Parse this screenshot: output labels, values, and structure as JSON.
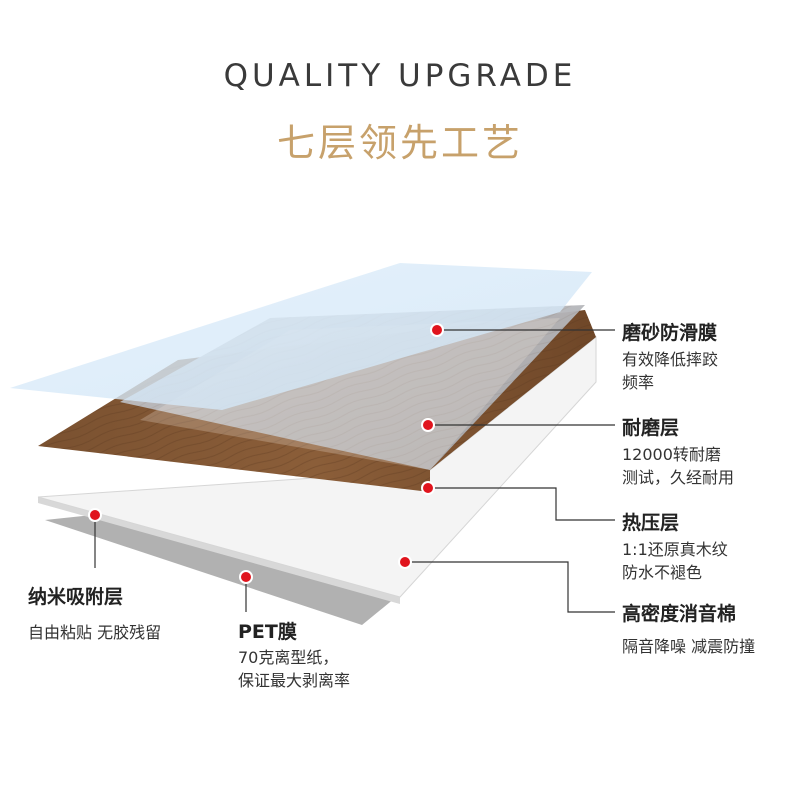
{
  "header": {
    "title_en": "QUALITY UPGRADE",
    "title_cn": "七层领先工艺"
  },
  "colors": {
    "accent_gold": "#c7a16b",
    "marker_red": "#e0141d",
    "leader_line": "#333333"
  },
  "layers": [
    {
      "title": "磨砂防滑膜",
      "desc_line1": "有效降低摔跤",
      "desc_line2": "频率"
    },
    {
      "title": "耐磨层",
      "desc_line1": "12000转耐磨",
      "desc_line2": "测试，久经耐用"
    },
    {
      "title": "热压层",
      "desc_line1": "1:1还原真木纹",
      "desc_line2": "防水不褪色"
    },
    {
      "title": "高密度消音棉",
      "desc_line1": "隔音降噪 减震防撞"
    },
    {
      "title": "纳米吸附层",
      "desc_line1": "自由粘贴 无胶残留"
    },
    {
      "title": "PET膜",
      "desc_line1": "70克离型纸，",
      "desc_line2": "保证最大剥离率"
    }
  ]
}
